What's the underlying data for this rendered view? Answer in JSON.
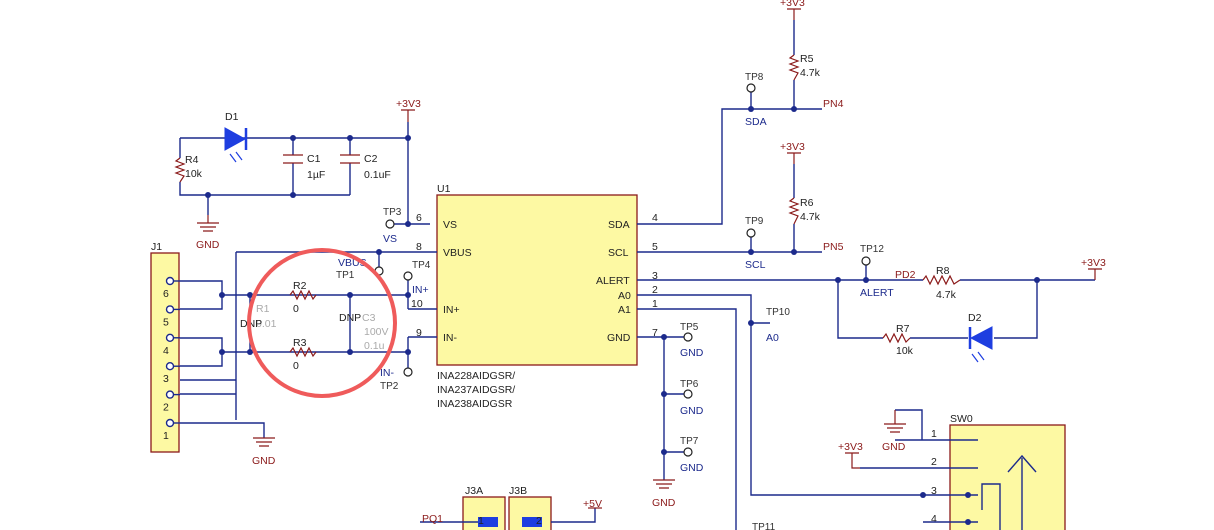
{
  "colors": {
    "wire": "#1c2a8c",
    "component": "#8b1a1a",
    "ic_fill": "#fdf9a3",
    "led": "#1e3ee0",
    "highlight": "#ef5b5b"
  },
  "power": {
    "v33": "+3V3",
    "v5": "+5V",
    "gnd": "GND"
  },
  "ic": {
    "ref": "U1",
    "part1": "INA228AIDGSR/",
    "part2": "INA237AIDGSR/",
    "part3": "INA238AIDGSR",
    "pins": {
      "vs": "VS",
      "vbus": "VBUS",
      "inp": "IN+",
      "inn": "IN-",
      "sda": "SDA",
      "scl": "SCL",
      "alert": "ALERT",
      "a0": "A0",
      "a1": "A1",
      "gnd": "GND"
    },
    "pin_numbers": {
      "p6": "6",
      "p8": "8",
      "p10": "10",
      "p9": "9",
      "p4": "4",
      "p5": "5",
      "p3": "3",
      "p2": "2",
      "p1": "1",
      "p7": "7"
    }
  },
  "components": {
    "d1": "D1",
    "d2": "D2",
    "r4": "R4",
    "r4v": "10k",
    "c1": "C1",
    "c1v": "1µF",
    "c2": "C2",
    "c2v": "0.1uF",
    "r2": "R2",
    "r2v": "0",
    "r3": "R3",
    "r3v": "0",
    "r1": "R1",
    "r1v": "0.01",
    "r1dnp": "DNP",
    "c3": "C3",
    "c3v1": "100V",
    "c3v2": "0.1u",
    "c3dnp": "DNP",
    "r5": "R5",
    "r5v": "4.7k",
    "r6": "R6",
    "r6v": "4.7k",
    "r7": "R7",
    "r7v": "10k",
    "r8": "R8",
    "r8v": "4.7k"
  },
  "testpoints": {
    "tp1": "TP1",
    "tp1l": "VBUS",
    "tp2": "TP2",
    "tp2l": "IN-",
    "tp3": "TP3",
    "tp3l": "VS",
    "tp4": "TP4",
    "tp4l": "IN+",
    "tp5": "TP5",
    "tp6": "TP6",
    "tp7": "TP7",
    "tp8": "TP8",
    "tp8l": "SDA",
    "tp9": "TP9",
    "tp9l": "SCL",
    "tp10": "TP10",
    "tp10l": "A0",
    "tp11": "TP11",
    "tp12": "TP12",
    "tp12l": "ALERT"
  },
  "nets": {
    "pn4": "PN4",
    "pn5": "PN5",
    "pd2": "PD2",
    "pq1": "PQ1"
  },
  "connector": {
    "ref": "J1",
    "pins": [
      "6",
      "5",
      "4",
      "3",
      "2",
      "1"
    ]
  },
  "jumpers": {
    "j3a": "J3A",
    "j3b": "J3B",
    "j3a_pin": "1",
    "j3b_pin": "2"
  },
  "switch": {
    "ref": "SW0",
    "pins": [
      "1",
      "2",
      "3",
      "4"
    ]
  }
}
